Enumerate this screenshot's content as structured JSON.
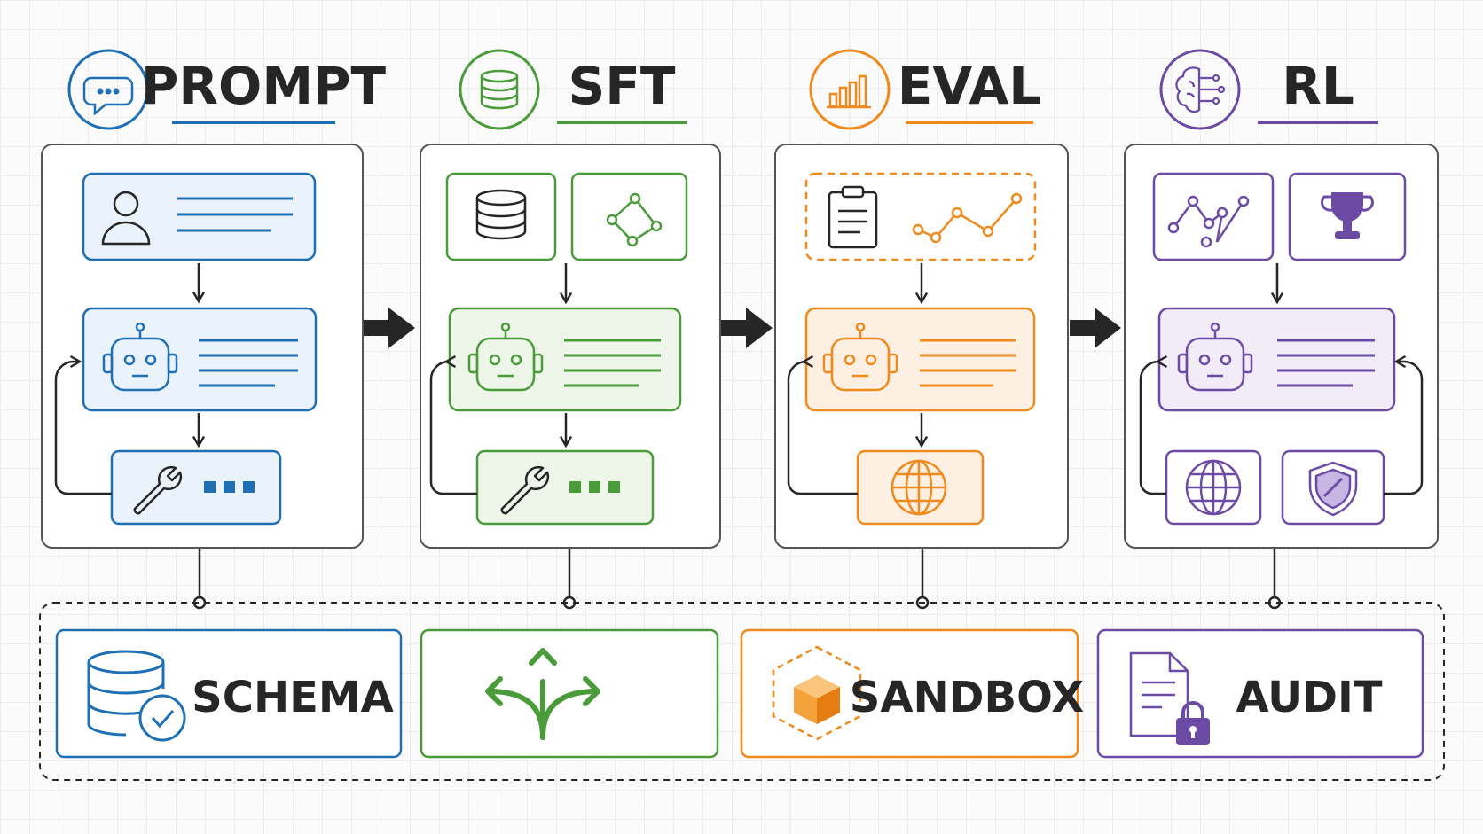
{
  "stages": [
    {
      "label": "PROMPT",
      "color": "#1f6fb5",
      "stage_icon": "chat-bubble-icon",
      "top_icons": [
        "user-icon"
      ],
      "bottom_icons": [
        "wrench-icon"
      ]
    },
    {
      "label": "SFT",
      "color": "#4a9b3a",
      "stage_icon": "database-icon",
      "top_icons": [
        "database-icon",
        "graph-nodes-icon"
      ],
      "bottom_icons": [
        "wrench-icon"
      ]
    },
    {
      "label": "EVAL",
      "color": "#f08a1c",
      "stage_icon": "bar-chart-icon",
      "top_icons": [
        "clipboard-icon",
        "line-chart-icon"
      ],
      "bottom_icons": [
        "globe-icon"
      ]
    },
    {
      "label": "RL",
      "color": "#6c4ba5",
      "stage_icon": "brain-circuit-icon",
      "top_icons": [
        "line-chart-icon",
        "trophy-icon"
      ],
      "bottom_icons": [
        "globe-icon",
        "shield-icon"
      ]
    }
  ],
  "bottom_cards": [
    {
      "label": "SCHEMA",
      "color": "#1f6fb5",
      "icon": "database-check-icon"
    },
    {
      "label": "",
      "color": "#4a9b3a",
      "icon": "split-arrows-icon"
    },
    {
      "label": "SANDBOX",
      "color": "#f08a1c",
      "icon": "cube-sandbox-icon"
    },
    {
      "label": "AUDIT",
      "color": "#6c4ba5",
      "icon": "document-lock-icon"
    }
  ],
  "center_icon": "robot-icon",
  "text_color": "#262626"
}
